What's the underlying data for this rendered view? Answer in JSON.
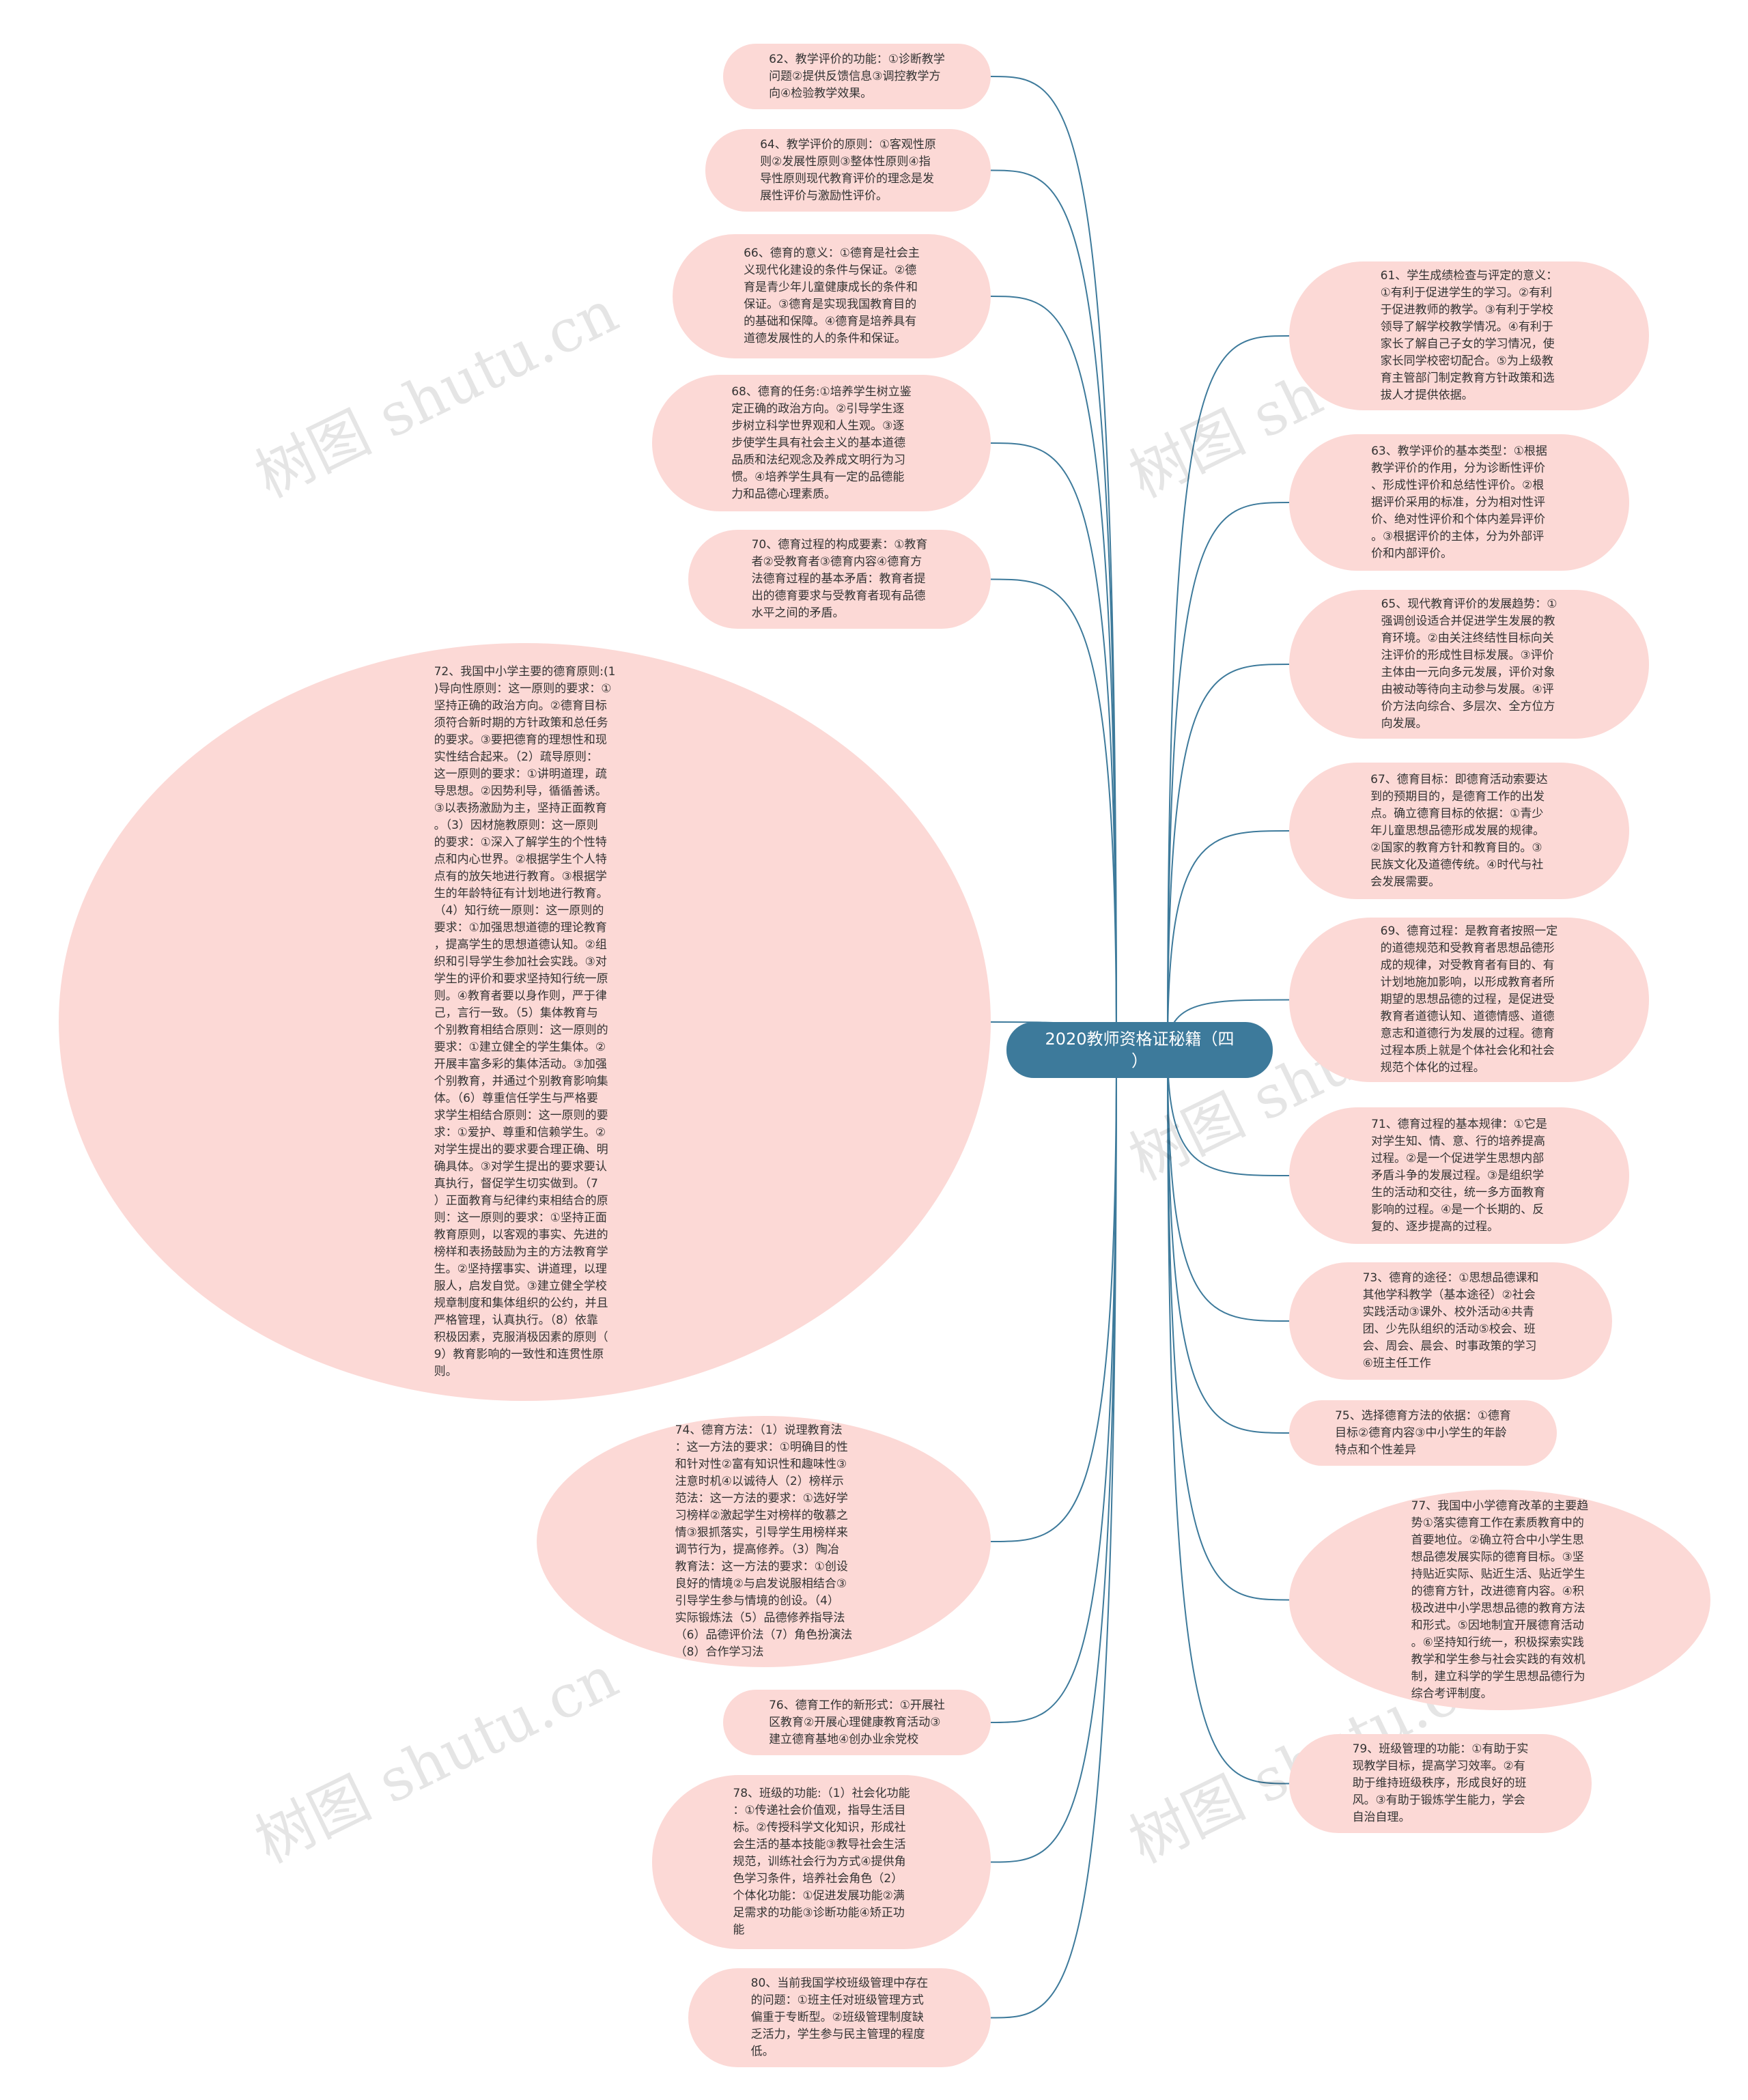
{
  "colors": {
    "background": "#ffffff",
    "node_fill": "#fcd9d6",
    "node_text": "#333333",
    "root_fill": "#3d7a9b",
    "root_text": "#ffffff",
    "connector": "#3d7a9b"
  },
  "root": {
    "text": "2020教师资格证秘籍（四\n）"
  },
  "watermark": "树图 shutu.cn",
  "nodes": {
    "n62": {
      "text": "62、教学评价的功能：①诊断教学\n问题②提供反馈信息③调控教学方\n向④检验教学效果。"
    },
    "n64": {
      "text": "64、教学评价的原则：①客观性原\n则②发展性原则③整体性原则④指\n导性原则现代教育评价的理念是发\n展性评价与激励性评价。"
    },
    "n66": {
      "text": "66、德育的意义：①德育是社会主\n义现代化建设的条件与保证。②德\n育是青少年儿童健康成长的条件和\n保证。③德育是实现我国教育目的\n的基础和保障。④德育是培养具有\n道德发展性的人的条件和保证。"
    },
    "n68": {
      "text": "68、德育的任务:①培养学生树立鉴\n定正确的政治方向。②引导学生逐\n步树立科学世界观和人生观。③逐\n步使学生具有社会主义的基本道德\n品质和法纪观念及养成文明行为习\n惯。④培养学生具有一定的品德能\n力和品德心理素质。"
    },
    "n70": {
      "text": "70、德育过程的构成要素：①教育\n者②受教育者③德育内容④德育方\n法德育过程的基本矛盾：教育者提\n出的德育要求与受教育者现有品德\n水平之间的矛盾。"
    },
    "n72": {
      "text": "72、我国中小学主要的德育原则:(1\n)导向性原则：这一原则的要求：①\n坚持正确的政治方向。②德育目标\n须符合新时期的方针政策和总任务\n的要求。③要把德育的理想性和现\n实性结合起来。（2）疏导原则：\n这一原则的要求：①讲明道理，疏\n导思想。②因势利导，循循善诱。\n③以表扬激励为主，坚持正面教育\n。（3）因材施教原则：这一原则\n的要求：①深入了解学生的个性特\n点和内心世界。②根据学生个人特\n点有的放矢地进行教育。③根据学\n生的年龄特征有计划地进行教育。\n（4）知行统一原则：这一原则的\n要求：①加强思想道德的理论教育\n，提高学生的思想道德认知。②组\n织和引导学生参加社会实践。③对\n学生的评价和要求坚持知行统一原\n则。④教育者要以身作则，严于律\n己，言行一致。（5）集体教育与\n个别教育相结合原则：这一原则的\n要求：①建立健全的学生集体。②\n开展丰富多彩的集体活动。③加强\n个别教育，并通过个别教育影响集\n体。（6）尊重信任学生与严格要\n求学生相结合原则：这一原则的要\n求：①爱护、尊重和信赖学生。②\n对学生提出的要求要合理正确、明\n确具体。③对学生提出的要求要认\n真执行，督促学生切实做到。（7\n）正面教育与纪律约束相结合的原\n则：这一原则的要求：①坚持正面\n教育原则，以客观的事实、先进的\n榜样和表扬鼓励为主的方法教育学\n生。②坚持摆事实、讲道理，以理\n服人，启发自觉。③建立健全学校\n规章制度和集体组织的公约，并且\n严格管理，认真执行。（8）依靠\n积极因素，克服消极因素的原则（\n9）教育影响的一致性和连贯性原\n则。"
    },
    "n74": {
      "text": "74、德育方法：（1）说理教育法\n：这一方法的要求：①明确目的性\n和针对性②富有知识性和趣味性③\n注意时机④以诚待人（2）榜样示\n范法：这一方法的要求：①选好学\n习榜样②激起学生对榜样的敬慕之\n情③狠抓落实，引导学生用榜样来\n调节行为，提高修养。（3）陶冶\n教育法：这一方法的要求：①创设\n良好的情境②与启发说服相结合③\n引导学生参与情境的创设。（4）\n实际锻炼法（5）品德修养指导法\n（6）品德评价法（7）角色扮演法\n（8）合作学习法"
    },
    "n76": {
      "text": "76、德育工作的新形式：①开展社\n区教育②开展心理健康教育活动③\n建立德育基地④创办业余党校"
    },
    "n78": {
      "text": "78、班级的功能:（1）社会化功能\n：①传递社会价值观，指导生活目\n标。②传授科学文化知识，形成社\n会生活的基本技能③教导社会生活\n规范，训练社会行为方式④提供角\n色学习条件，培养社会角色（2）\n个体化功能：①促进发展功能②满\n足需求的功能③诊断功能④矫正功\n能"
    },
    "n80": {
      "text": "80、当前我国学校班级管理中存在\n的问题：①班主任对班级管理方式\n偏重于专断型。②班级管理制度缺\n乏活力，学生参与民主管理的程度\n低。"
    },
    "n61": {
      "text": "61、学生成绩检查与评定的意义：\n①有利于促进学生的学习。②有利\n于促进教师的教学。③有利于学校\n领导了解学校教学情况。④有利于\n家长了解自己子女的学习情况，使\n家长同学校密切配合。⑤为上级教\n育主管部门制定教育方针政策和选\n拔人才提供依据。"
    },
    "n63": {
      "text": "63、教学评价的基本类型：①根据\n教学评价的作用，分为诊断性评价\n、形成性评价和总结性评价。②根\n据评价采用的标准，分为相对性评\n价、绝对性评价和个体内差异评价\n。③根据评价的主体，分为外部评\n价和内部评价。"
    },
    "n65": {
      "text": "65、现代教育评价的发展趋势：①\n强调创设适合并促进学生发展的教\n育环境。②由关注终结性目标向关\n注评价的形成性目标发展。③评价\n主体由一元向多元发展，评价对象\n由被动等待向主动参与发展。④评\n价方法向综合、多层次、全方位方\n向发展。"
    },
    "n67": {
      "text": "67、德育目标：即德育活动索要达\n到的预期目的，是德育工作的出发\n点。确立德育目标的依据：①青少\n年儿童思想品德形成发展的规律。\n②国家的教育方针和教育目的。③\n民族文化及道德传统。④时代与社\n会发展需要。"
    },
    "n69": {
      "text": "69、德育过程：是教育者按照一定\n的道德规范和受教育者思想品德形\n成的规律，对受教育者有目的、有\n计划地施加影响，以形成教育者所\n期望的思想品德的过程，是促进受\n教育者道德认知、道德情感、道德\n意志和道德行为发展的过程。德育\n过程本质上就是个体社会化和社会\n规范个体化的过程。"
    },
    "n71": {
      "text": "71、德育过程的基本规律：①它是\n对学生知、情、意、行的培养提高\n过程。②是一个促进学生思想内部\n矛盾斗争的发展过程。③是组织学\n生的活动和交往，统一多方面教育\n影响的过程。④是一个长期的、反\n复的、逐步提高的过程。"
    },
    "n73": {
      "text": "73、德育的途径：①思想品德课和\n其他学科教学（基本途径）②社会\n实践活动③课外、校外活动④共青\n团、少先队组织的活动⑤校会、班\n会、周会、晨会、时事政策的学习\n⑥班主任工作"
    },
    "n75": {
      "text": "75、选择德育方法的依据：①德育\n目标②德育内容③中小学生的年龄\n特点和个性差异"
    },
    "n77": {
      "text": "77、我国中小学德育改革的主要趋\n势①落实德育工作在素质教育中的\n首要地位。②确立符合中小学生思\n想品德发展实际的德育目标。③坚\n持贴近实际、贴近生活、贴近学生\n的德育方针，改进德育内容。④积\n极改进中小学思想品德的教育方法\n和形式。⑤因地制宜开展德育活动\n。⑥坚持知行统一，积极探索实践\n教学和学生参与社会实践的有效机\n制，建立科学的学生思想品德行为\n综合考评制度。"
    },
    "n79": {
      "text": "79、班级管理的功能：①有助于实\n现教学目标，提高学习效率。②有\n助于维持班级秩序，形成良好的班\n风。③有助于锻炼学生能力，学会\n自治自理。"
    }
  }
}
